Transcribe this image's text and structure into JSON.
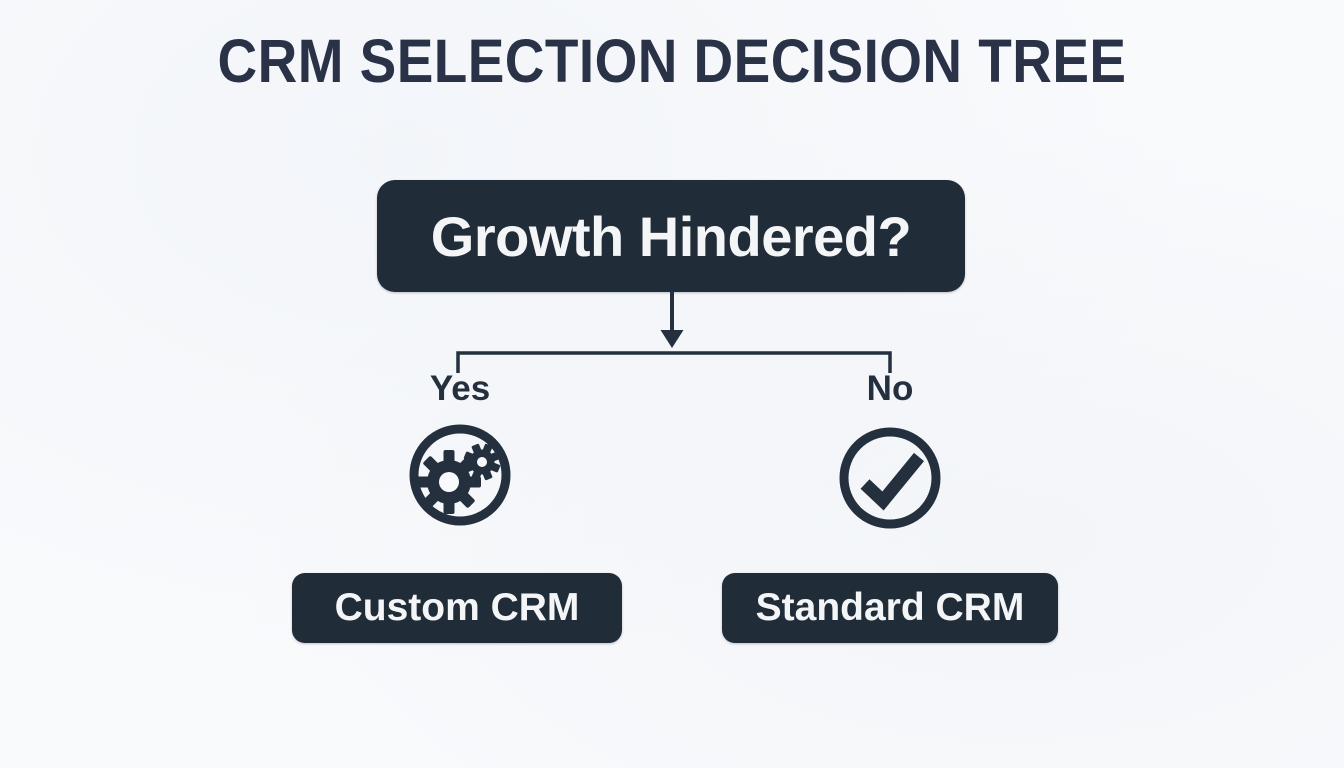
{
  "title": "CRM SELECTION DECISION TREE",
  "tree": {
    "root_label": "Growth Hindered?",
    "branches": [
      {
        "label": "Yes",
        "icon": "gears-icon",
        "result": "Custom CRM"
      },
      {
        "label": "No",
        "icon": "check-circle-icon",
        "result": "Standard CRM"
      }
    ]
  },
  "colors": {
    "background": "#f9fafc",
    "node_background": "#212c39",
    "node_text": "#f4f5f7",
    "line_ink": "#25303f",
    "title_ink": "#293247"
  }
}
